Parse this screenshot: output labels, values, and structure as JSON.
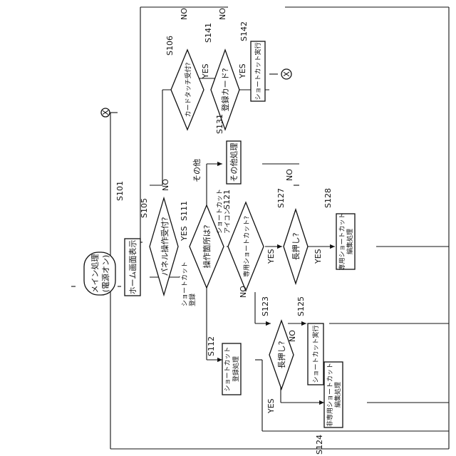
{
  "flowchart": {
    "main_process": [
      "メイン処理",
      "(電源オン)"
    ],
    "steps": {
      "s101": {
        "id": "S101",
        "label": "ホーム画面表示"
      },
      "s105": {
        "id": "S105",
        "label": "パネル操作受付?"
      },
      "s106": {
        "id": "S106",
        "label": "カードタッチ受付?"
      },
      "s111": {
        "id": "S111",
        "label": "操作箇所は?"
      },
      "s112": {
        "id": "S112",
        "label": [
          "ショートカット",
          "登録処理"
        ]
      },
      "s121": {
        "id": "S121",
        "label": "専用ショートカット?"
      },
      "s123": {
        "id": "S123",
        "label": "長押し?"
      },
      "s124": {
        "id": "S124",
        "label": [
          "非専用ショートカット",
          "編集処理"
        ]
      },
      "s125": {
        "id": "S125",
        "label": "ショートカット実行"
      },
      "s127": {
        "id": "S127",
        "label": "長押し?"
      },
      "s128": {
        "id": "S128",
        "label": [
          "専用ショートカット",
          "編集処理"
        ]
      },
      "s131": {
        "id": "S131",
        "label": "その他処理"
      },
      "s141": {
        "id": "S141",
        "label": "登録カード?"
      },
      "s142": {
        "id": "S142",
        "label": "ショートカット実行"
      }
    },
    "branches": {
      "yes": "YES",
      "no": "NO",
      "other": "その他",
      "shortcut_icon": [
        "ショートカット",
        "アイコン"
      ],
      "shortcut_register": [
        "ショートカット",
        "登録"
      ]
    },
    "connector": "X"
  }
}
